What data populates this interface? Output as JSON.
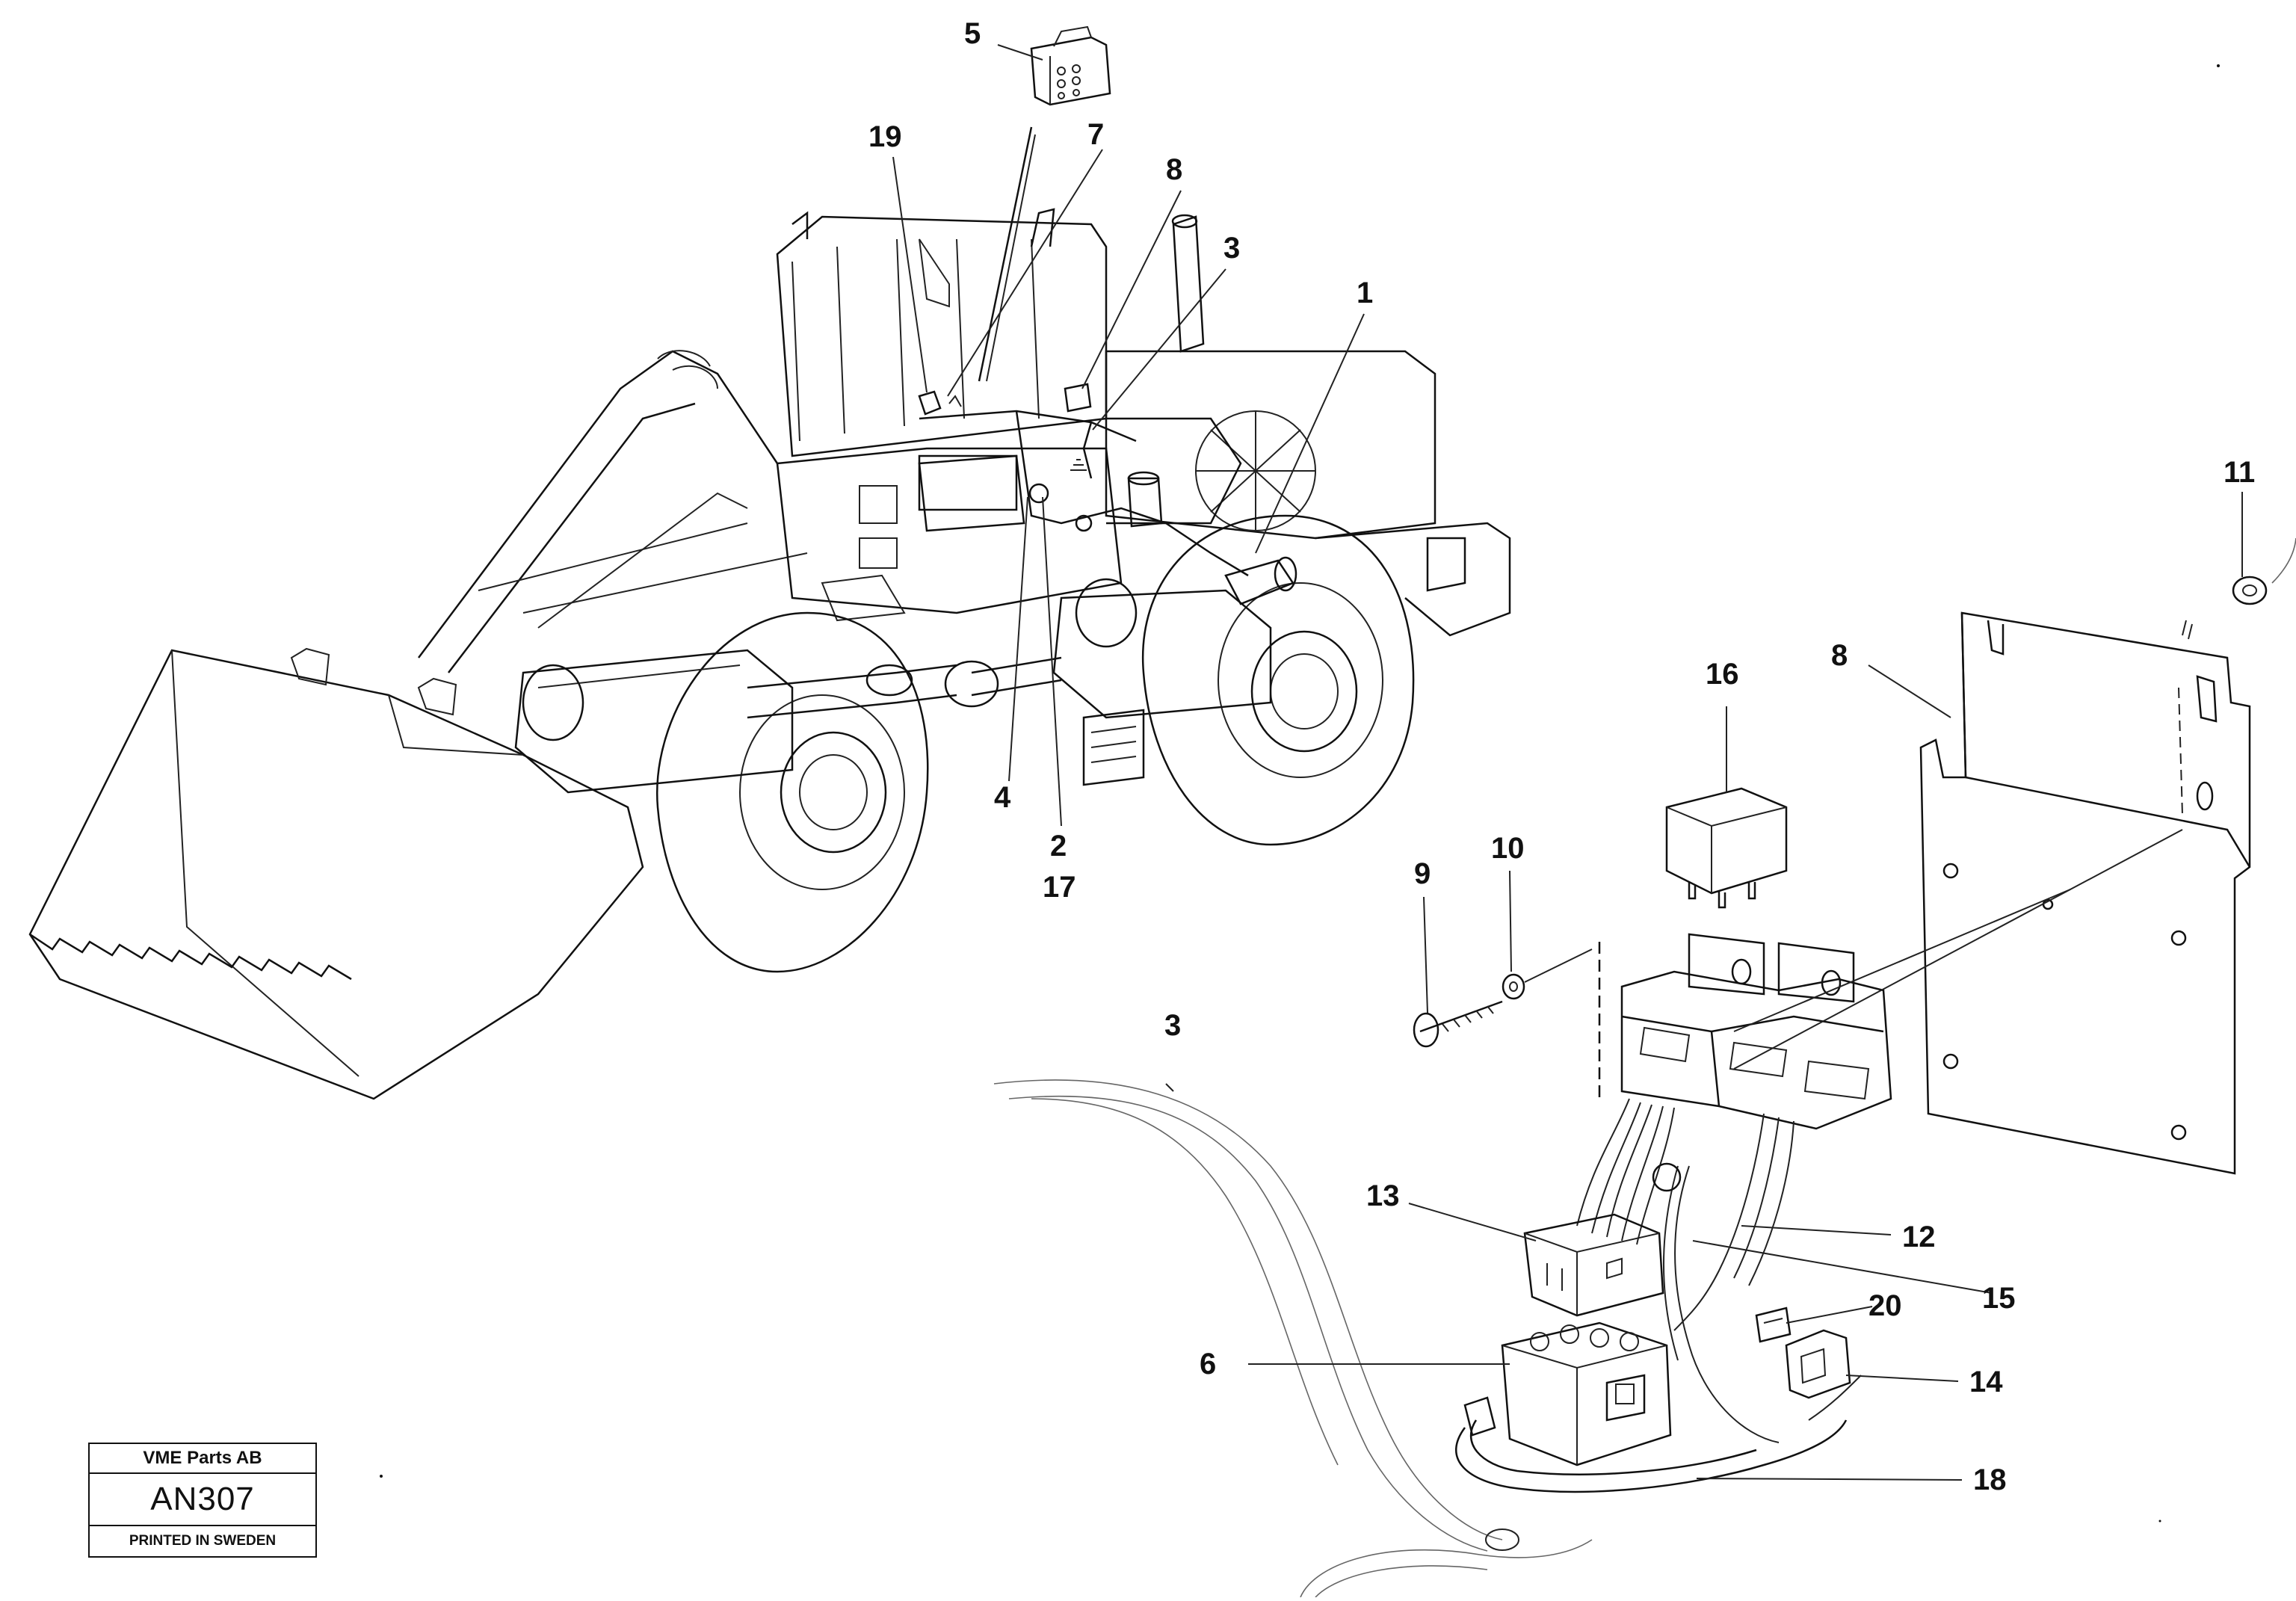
{
  "diagram": {
    "callouts": {
      "n1": "1",
      "n2": "2",
      "n3a": "3",
      "n3b": "3",
      "n4": "4",
      "n5": "5",
      "n6": "6",
      "n7": "7",
      "n8a": "8",
      "n8b": "8",
      "n9": "9",
      "n10": "10",
      "n11": "11",
      "n12": "12",
      "n13": "13",
      "n14": "14",
      "n15": "15",
      "n16": "16",
      "n17": "17",
      "n18": "18",
      "n19": "19",
      "n20": "20"
    }
  },
  "title_box": {
    "company": "VME Parts AB",
    "code": "AN307",
    "printed": "PRINTED IN SWEDEN"
  }
}
